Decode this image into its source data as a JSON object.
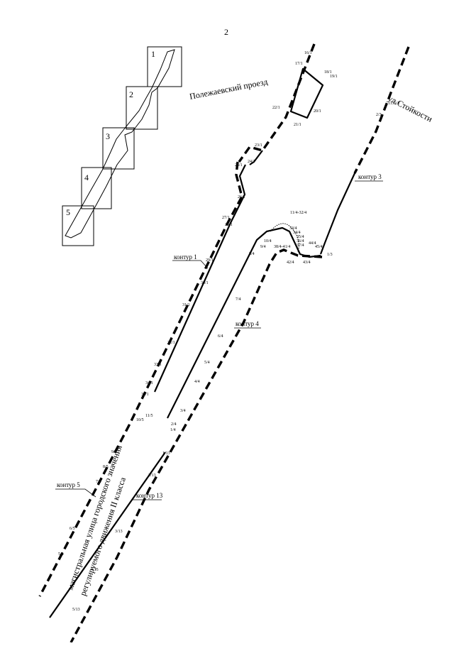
{
  "page_number": "2",
  "index_map": {
    "sheets": [
      "1",
      "2",
      "3",
      "4",
      "5"
    ]
  },
  "streets": {
    "polezhaevsky": "Полежаевский проезд",
    "stoykosti": "ул.Стойкости",
    "main_road_line1": "магистральная улица городского значения",
    "main_road_line2": "регулируемого движения II класса"
  },
  "contours": [
    "контур 1",
    "контур 3",
    "контур 4",
    "контур 5",
    "контур 13"
  ],
  "points": {
    "p16_1": "16/1",
    "p17_1": "17/1",
    "p18_1": "18/1",
    "p19_1": "19/1",
    "p20_1": "20/1",
    "p21_1": "21/1",
    "p22_1": "22/1",
    "p23_1": "23/1",
    "p24_1": "24/1",
    "p25_1": "25/1",
    "p26_1": "26/1",
    "p27_1": "27/1",
    "p28_1": "28/1",
    "p29_1": "29/1",
    "p30_1": "30/1",
    "p31_1": "31/1",
    "p32_1": "32/1",
    "p33_1": "33/1",
    "p34_1": "34/1",
    "p35_1": "35/1",
    "p1_3": "1/3",
    "p1152_2": "1152/2",
    "p2_3": "2/3",
    "p1_4": "1/4",
    "p2_4": "2/4",
    "p3_4": "3/4",
    "p4_4": "4/4",
    "p5_4": "5/4",
    "p6_4": "6/4",
    "p7_4": "7/4",
    "p8_4": "8/4",
    "p9_4": "9/4",
    "p10_4": "10/4",
    "p11_32_4": "11/4-32/4",
    "p33_4": "33/4",
    "p34_4": "34/4",
    "p35_4": "35/4",
    "p36_4": "36/4",
    "p37_4": "37/4",
    "p38_41_4": "38/4-41/4",
    "p42_4": "42/4",
    "p43_4": "43/4",
    "p44_4": "44/4",
    "p45_4": "45/4",
    "p11_5": "11/5",
    "p10_5": "10/5",
    "p9_5": "9/5",
    "p8_5": "8/5",
    "p7_5": "7/5",
    "p6_5": "6/5",
    "p5_5": "5/5",
    "p1_13": "1/13",
    "p2_13": "2/13",
    "p3_13": "3/13",
    "p4_13": "4/13",
    "p5_13": "5/13"
  }
}
